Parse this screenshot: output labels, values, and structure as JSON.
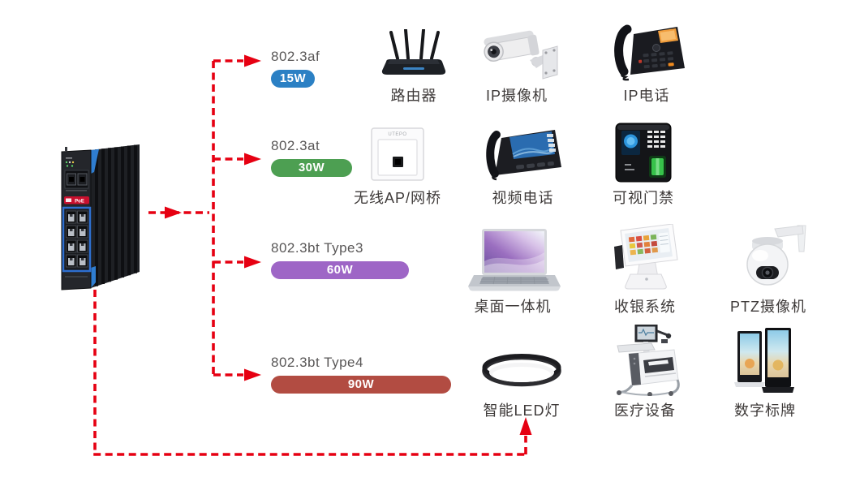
{
  "switch": {
    "logo": "PoE"
  },
  "standards": [
    {
      "name": "802.3af",
      "power": "15W",
      "color": "#2b80c4"
    },
    {
      "name": "802.3at",
      "power": "30W",
      "color": "#4d9f52"
    },
    {
      "name": "802.3bt Type3",
      "power": "60W",
      "color": "#9e66c6"
    },
    {
      "name": "802.3bt Type4",
      "power": "90W",
      "color": "#b24c42"
    }
  ],
  "devices": {
    "af": [
      {
        "label": "路由器"
      },
      {
        "label": "IP摄像机"
      },
      {
        "label": "IP电话"
      }
    ],
    "at": [
      {
        "label": "无线AP/网桥",
        "brand": "UTEPO"
      },
      {
        "label": "视频电话"
      },
      {
        "label": "可视门禁"
      }
    ],
    "bt3": [
      {
        "label": "桌面一体机"
      },
      {
        "label": "收银系统"
      },
      {
        "label": "PTZ摄像机"
      }
    ],
    "bt4": [
      {
        "label": "智能LED灯"
      },
      {
        "label": "医疗设备"
      },
      {
        "label": "数字标牌"
      }
    ]
  },
  "colors": {
    "arrow": "#e60012",
    "standard_text": "#595757",
    "device_text": "#3e3a39",
    "pill_text": "#ffffff"
  }
}
